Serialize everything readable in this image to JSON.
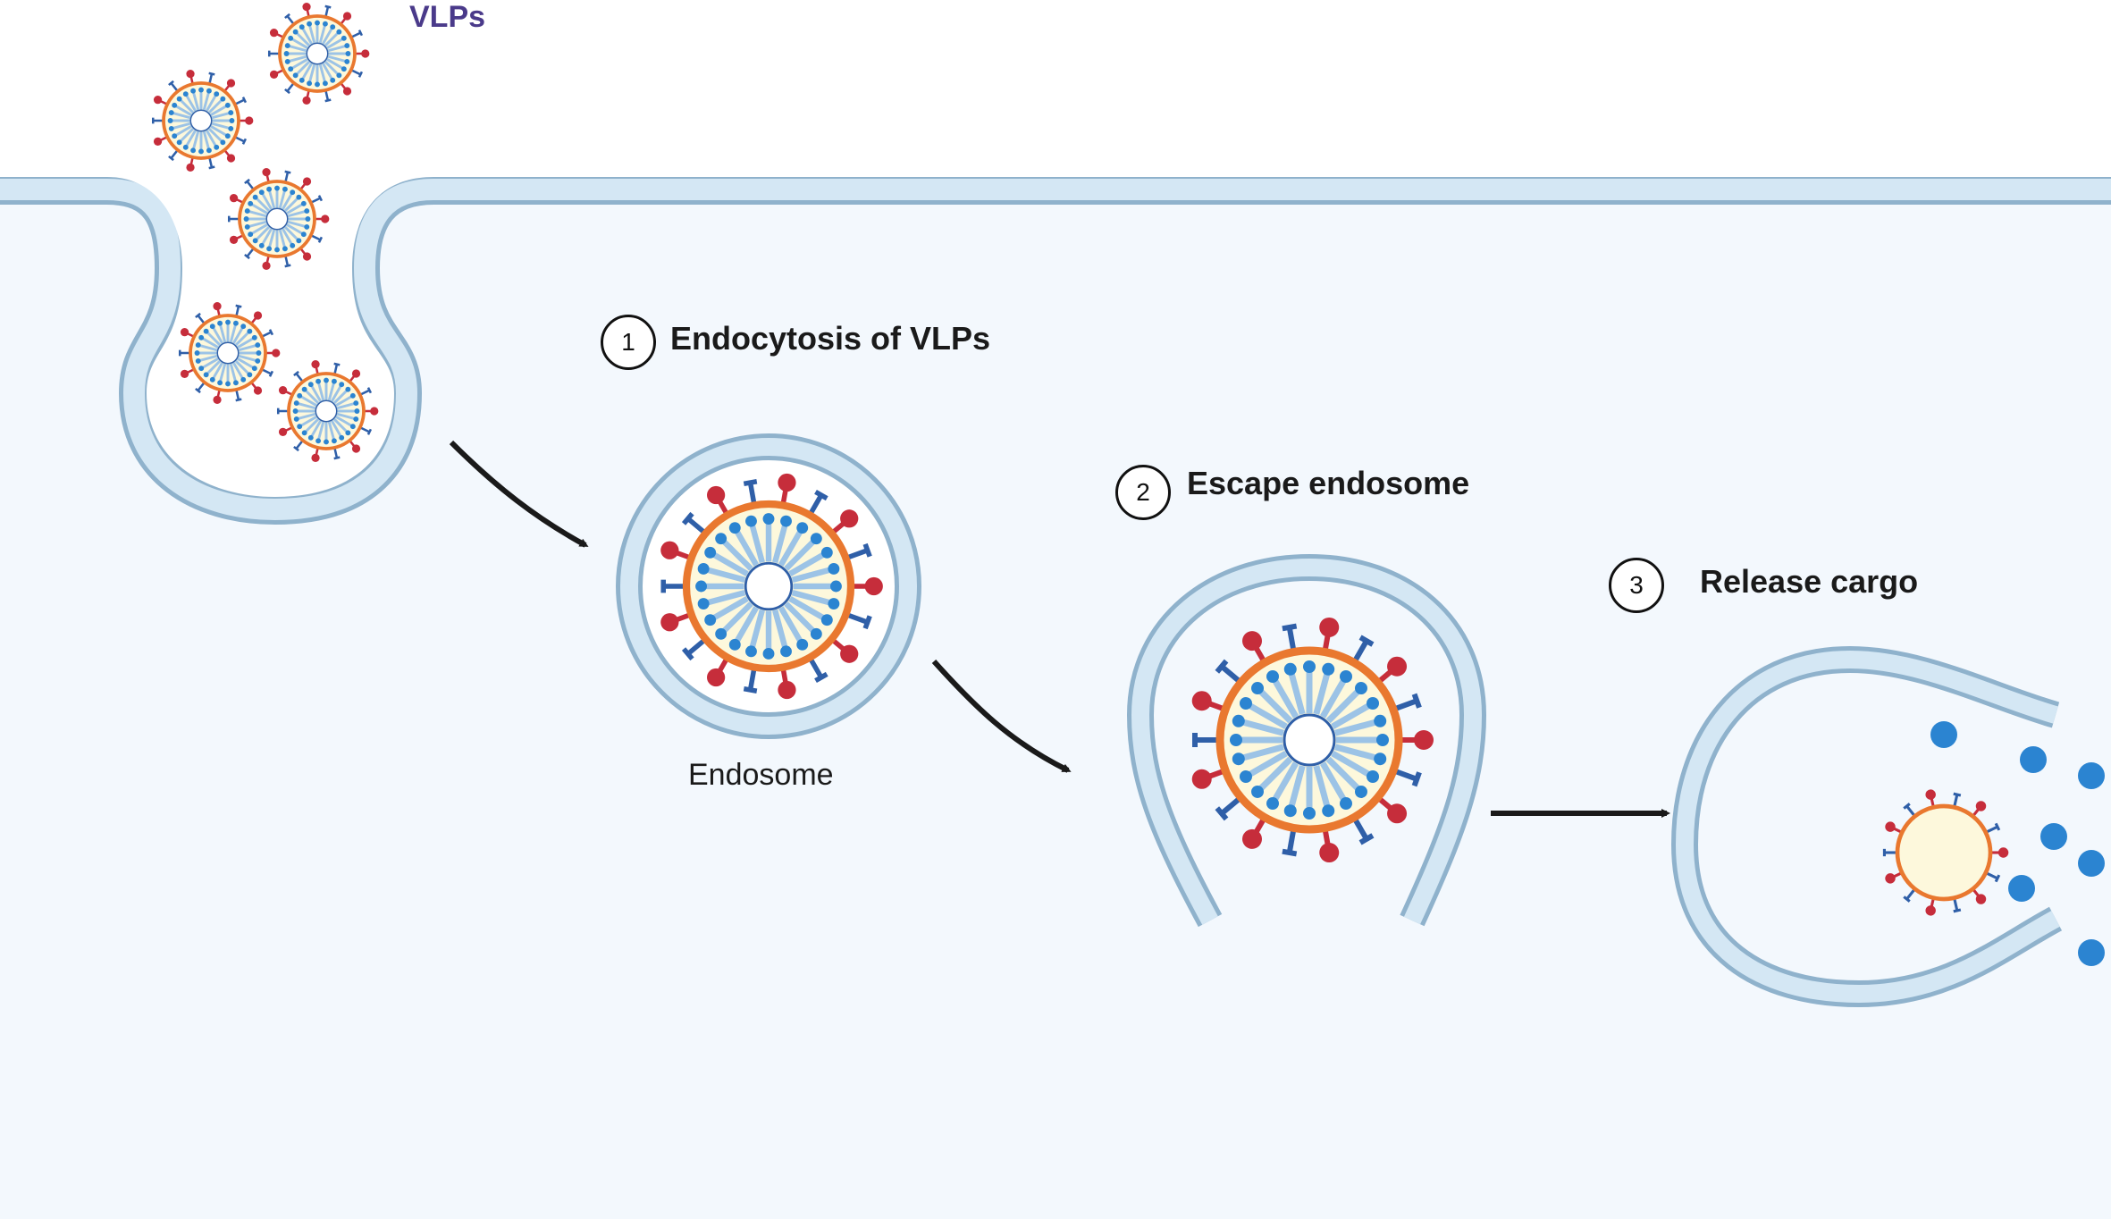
{
  "title": "VLPs",
  "steps": [
    {
      "number": "1",
      "label": "Endocytosis of VLPs"
    },
    {
      "number": "2",
      "label": "Escape endosome"
    },
    {
      "number": "3",
      "label": "Release cargo"
    }
  ],
  "endosome_label": "Endosome",
  "colors": {
    "cytoplasm": "#f3f8fd",
    "membrane_fill": "#cfe3f1",
    "membrane_edge": "#8fb2cc",
    "vlp_shell": "#e9782f",
    "vlp_core": "#fdf8dc",
    "spike_red": "#c62d3b",
    "spike_blue": "#2f5fa8",
    "cargo_blue": "#2b84d1",
    "arrow": "#1a1a1a"
  }
}
